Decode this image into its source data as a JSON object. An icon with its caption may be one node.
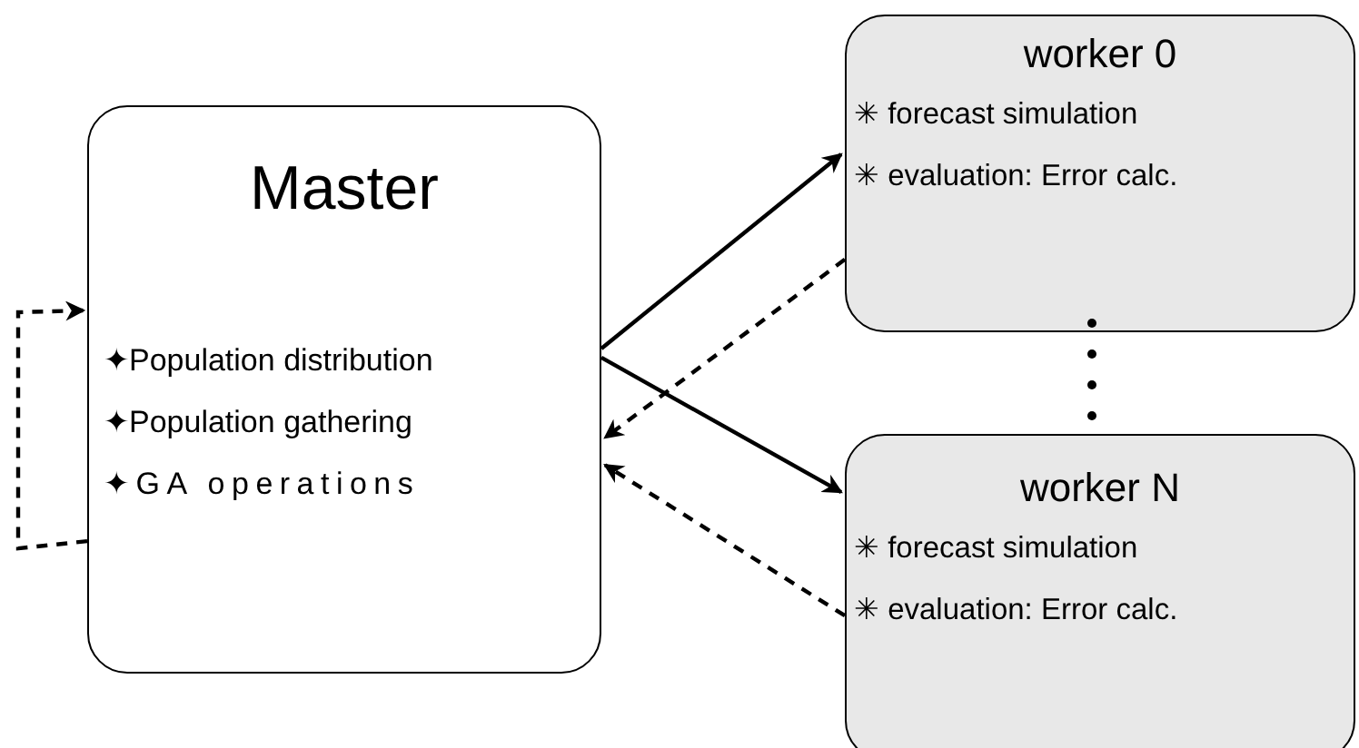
{
  "diagram": {
    "nodes": [
      {
        "text": [
          "Master",
          "✦Population distribution",
          "✦Population gathering",
          "✦GA operations"
        ]
      },
      {
        "text": [
          "worker 0",
          "✳ forecast simulation",
          "✳ evaluation: Error calc."
        ]
      },
      {
        "text": [
          "worker N",
          "✳ forecast simulation",
          "✳ evaluation: Error calc."
        ]
      }
    ],
    "edges": [
      {
        "from": 0,
        "to": 1,
        "arrow": "to"
      },
      {
        "from": 0,
        "to": 2,
        "arrow": "to"
      },
      {
        "from": 1,
        "to": 0,
        "arrow": "to",
        "style": "dashed"
      },
      {
        "from": 2,
        "to": 0,
        "arrow": "to",
        "style": "dashed"
      },
      {
        "from": 0,
        "to": 0,
        "arrow": "to",
        "style": "dashed"
      }
    ]
  }
}
